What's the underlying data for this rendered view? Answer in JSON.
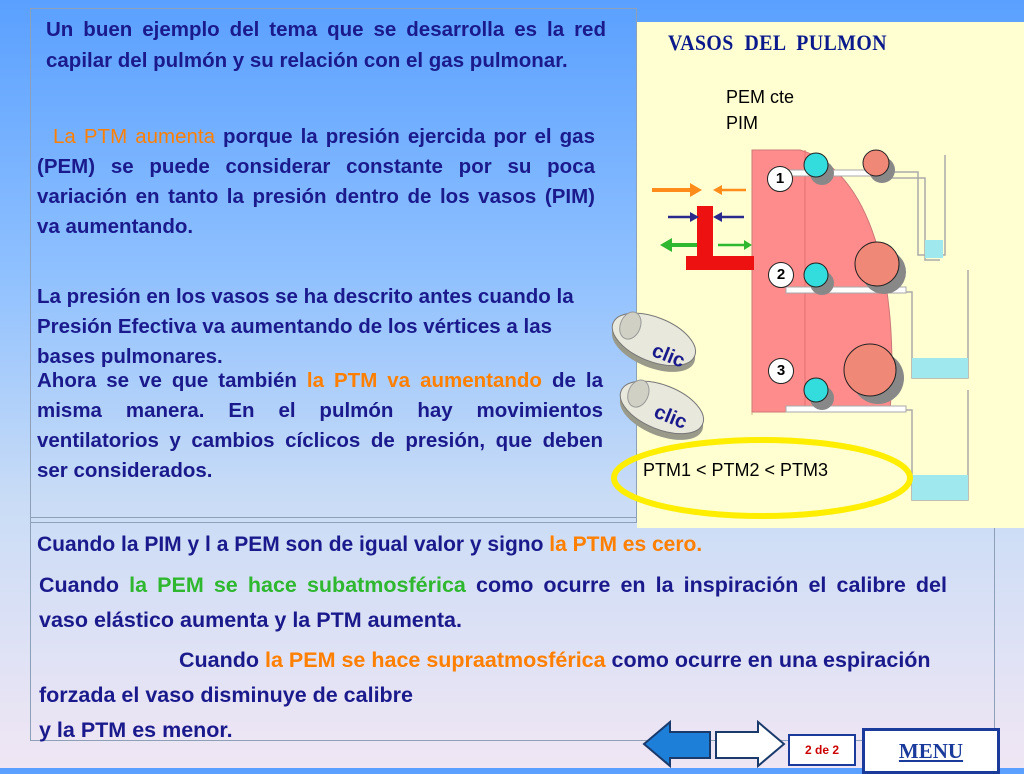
{
  "intro": "Un buen ejemplo del tema que se desarrolla es la red capilar del pulmón y su relación con el gas pulmonar.",
  "ptm_para": {
    "lead_orange": "La PTM aumenta",
    "rest": " porque la presión ejercida por el gas (PEM) se puede considerar constante por su poca variación en tanto la presión dentro de los vasos (PIM) va aumentando."
  },
  "vessels_para": "La presión en los vasos se ha descrito antes cuando la Presión Efectiva va aumentando de los vértices a las bases pulmonares.",
  "ahora_para": {
    "part1": "Ahora se ve que también ",
    "orange": "la PTM va aumentando",
    "part2": " de la misma manera. En el pulmón hay movimientos ventilatorios y cambios cíclicos de presión, que deben ser considerados."
  },
  "equal_line": {
    "part1": "Cuando la PIM y l a PEM son de igual valor y signo ",
    "orange": "la PTM es cero."
  },
  "inspir_para": {
    "part1": "Cuando ",
    "green": "la PEM se hace subatmosférica",
    "part2": " como ocurre en la inspiración  el  calibre del vaso elástico aumenta y la PTM aumenta."
  },
  "espir_para": {
    "part1": "Cuando ",
    "orange": "la PEM se hace supraatmosférica",
    "part2": " como ocurre en una espiración forzada el vaso disminuye de calibre",
    "part3": "y la PTM es menor."
  },
  "diagram": {
    "title": "VASOS  DEL  PULMON",
    "pem_cte": "PEM cte",
    "pim": "PIM",
    "num1": "1",
    "num2": "2",
    "num3": "3",
    "ptm_compare": "PTM1 < PTM2 < PTM3"
  },
  "clic_label": "clic",
  "page_counter": "2 de 2",
  "menu_label": "MENU",
  "colors": {
    "text_blue": "#1a1a8c",
    "orange": "#ff7f00",
    "green": "#2fb82f",
    "lung_pink": "#ff8c8c",
    "diagram_bg": "#ffffd2"
  },
  "icons": [
    "back-arrow-icon",
    "forward-arrow-icon",
    "mouse-icon"
  ]
}
